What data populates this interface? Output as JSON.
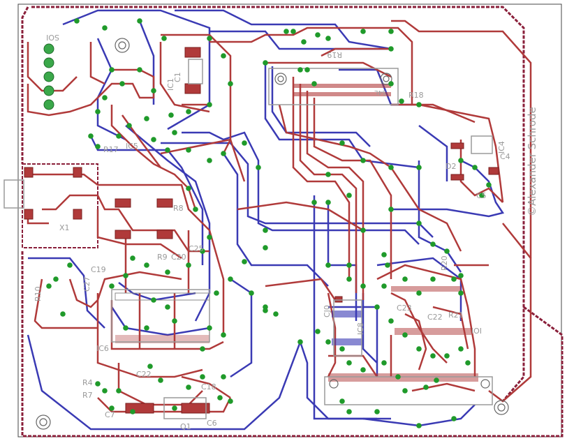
{
  "board": {
    "colors": {
      "top_trace": "#b03a3a",
      "bottom_trace": "#3a3ab4",
      "via": "#1f9a2a",
      "outline": "#8a1f3a",
      "silk": "#9a9a9a",
      "background": "#ffffff"
    },
    "copyright": "©Alexander Schrode",
    "labels": {
      "ic6": "IC6",
      "ic5": "IC5",
      "ic8": "IC8",
      "x1": "X1",
      "cj0": "CJ0",
      "r17": "R17",
      "r18": "R18",
      "r19": "R19",
      "r21": "R21",
      "r4": "R4",
      "r7": "R7",
      "r9": "R9",
      "r10": "R10",
      "c4": "C4",
      "c5": "C5",
      "c6": "C6",
      "c7": "C7",
      "c18": "C18",
      "c19": "C19",
      "c20": "C20",
      "c25": "C25",
      "c27": "C27",
      "c22": "C22",
      "c23": "C23",
      "d2": "D2",
      "q1": "Q1",
      "ic4": "IC4",
      "r20": "R20",
      "r8": "R8",
      "ioi": "IOI",
      "s4l": "S4L",
      "sol": "SOI",
      "ic1": "IC1",
      "c1": "C1"
    }
  }
}
